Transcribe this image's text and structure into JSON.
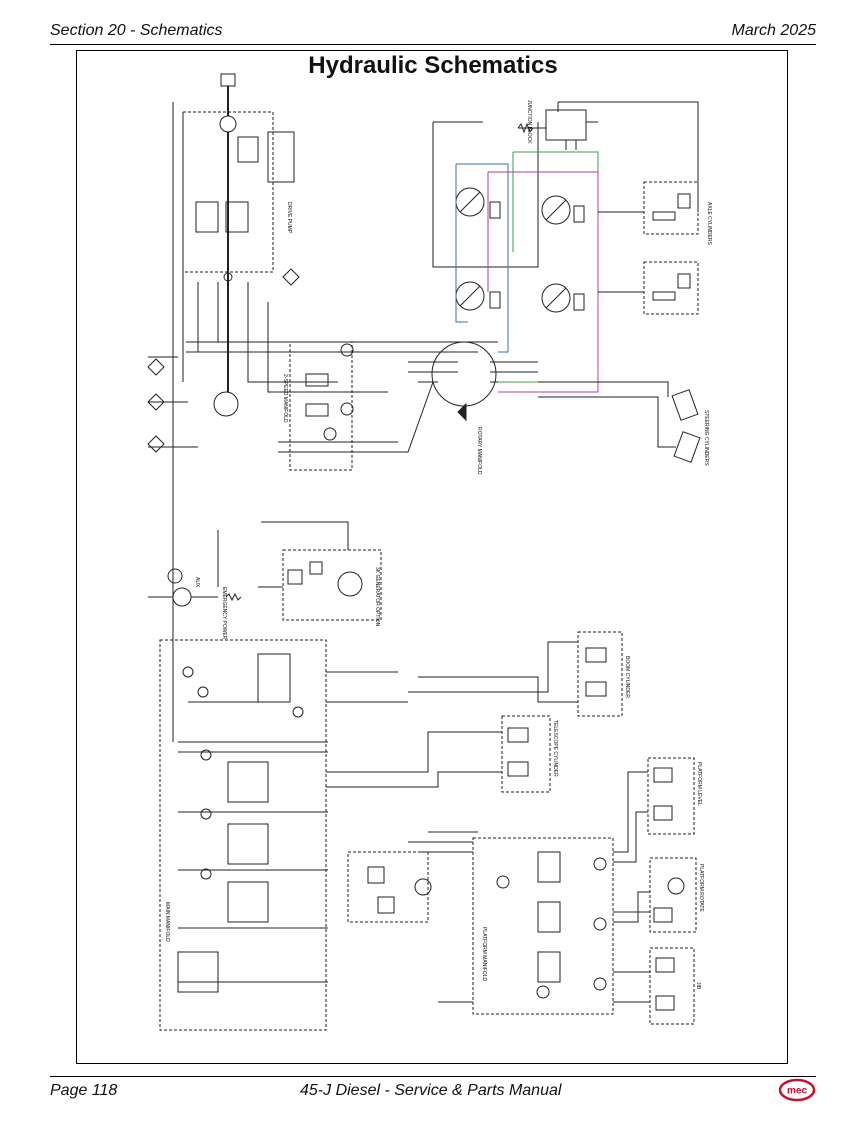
{
  "header": {
    "section": "Section 20 - Schematics",
    "date": "March 2025"
  },
  "title": "Hydraulic Schematics",
  "labels": {
    "junction_block": "JUNCTION BLOCK",
    "drive_pump": "DRIVE PUMP",
    "manifold_2speed": "2-SPEED MANIFOLD",
    "rotary_manifold": "ROTARY MANIFOLD",
    "axle_cylinders": "AXLE CYLINDERS",
    "steering_cylinders": "STEERING CYLINDERS",
    "generator_option": "3K GENERATOR OPTION",
    "aux": "AUX",
    "emergency_power": "EMERGENCY POWER",
    "boom_cylinder": "BOOM CYLINDER",
    "telescope_cylinder": "TELESCOPE CYLINDER",
    "platform_level": "PLATFORM LEVEL",
    "platform_rotate": "PLATFORM ROTATE",
    "jib": "JIB",
    "main_manifold": "MAIN MANIFOLD",
    "platform_manifold": "PLATFORM MANIFOLD"
  },
  "footer": {
    "page": "Page 118",
    "manual": "45-J Diesel - Service & Parts Manual",
    "logo": "mec"
  },
  "colors": {
    "blue_line": "#3a6fb5",
    "green_line": "#3aa04a",
    "magenta_line": "#b03ab0",
    "logo_red": "#c8102e"
  }
}
